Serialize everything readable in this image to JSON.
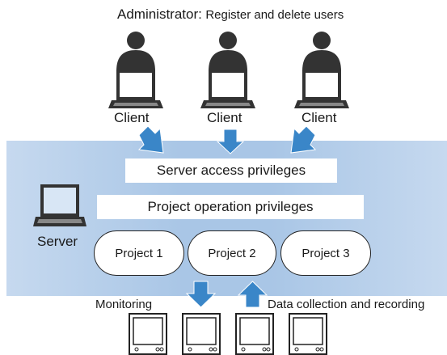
{
  "header": {
    "role": "Administrator:",
    "task": "Register and delete users"
  },
  "clients": [
    {
      "label": "Client"
    },
    {
      "label": "Client"
    },
    {
      "label": "Client"
    }
  ],
  "server": {
    "label": "Server",
    "access_band": "Server access privileges",
    "operation_band": "Project operation privileges",
    "projects": [
      {
        "label": "Project 1"
      },
      {
        "label": "Project 2"
      },
      {
        "label": "Project 3"
      }
    ]
  },
  "flows": {
    "down_label": "Monitoring",
    "up_label": "Data collection and recording"
  },
  "colors": {
    "panel": "#a9c6e6",
    "arrow": "#3a86c8",
    "icon": "#333333"
  }
}
